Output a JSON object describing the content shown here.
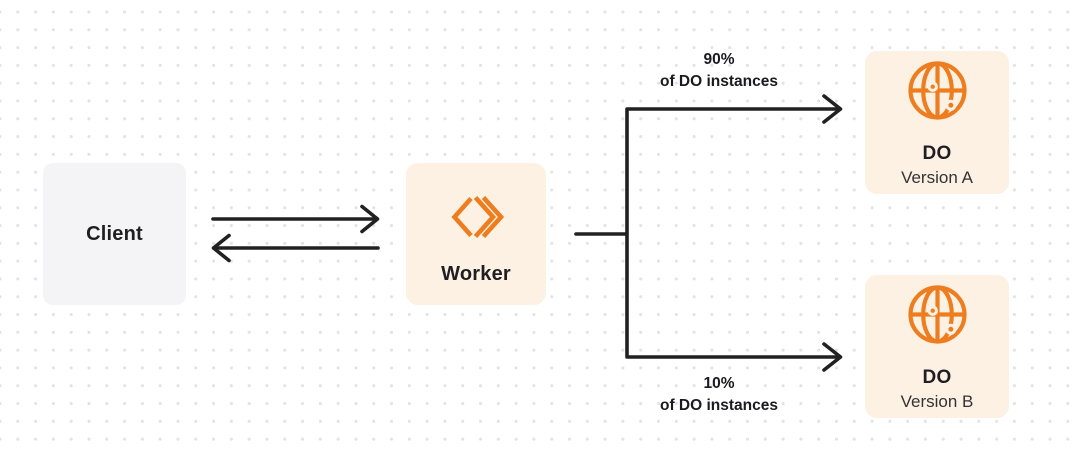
{
  "canvas": {
    "background": "#ffffff",
    "dot_color": "#e3e3e7"
  },
  "colors": {
    "orange": "#ee7d1f",
    "cream_box": "#fcf1e3",
    "gray_box": "#f4f4f6",
    "line_dark": "#212121",
    "text_primary": "#1f1f23",
    "text_secondary": "#333336"
  },
  "nodes": {
    "client": {
      "label": "Client"
    },
    "worker": {
      "label": "Worker",
      "icon": "workers-chevrons-icon"
    },
    "do_version_a": {
      "title": "DO",
      "subtitle": "Version A",
      "icon": "durable-object-globe-icon"
    },
    "do_version_b": {
      "title": "DO",
      "subtitle": "Version B",
      "icon": "durable-object-globe-icon"
    }
  },
  "edges": {
    "client_worker": {
      "type": "bidirectional-arrows"
    },
    "split_top": {
      "percent": "90%",
      "caption": "of DO instances"
    },
    "split_bottom": {
      "percent": "10%",
      "caption": "of DO instances"
    }
  }
}
